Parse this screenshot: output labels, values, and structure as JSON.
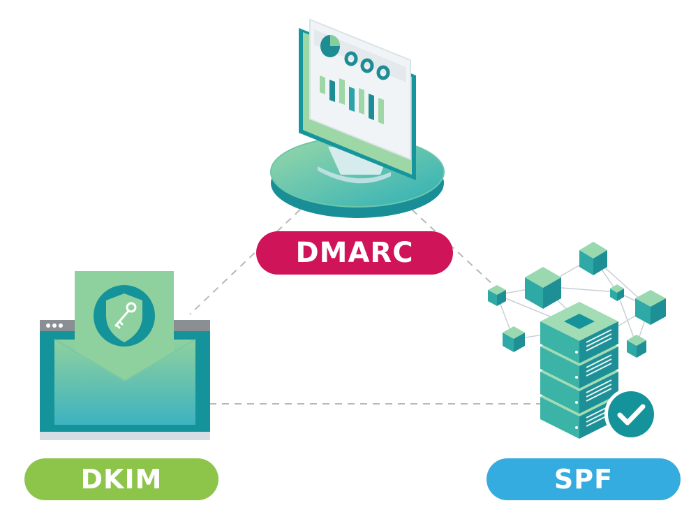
{
  "labels": {
    "dmarc": "DMARC",
    "dkim": "DKIM",
    "spf": "SPF"
  },
  "colors": {
    "dmarc": "#d01459",
    "dkim": "#8cc54a",
    "spf": "#35ace0",
    "teal_dark": "#15939b",
    "teal_mid": "#2fb3aa",
    "green_light": "#8fd4a3",
    "connector": "#b8b8b8"
  },
  "icons": {
    "dmarc": "monitor-dashboard-icon",
    "dkim": "envelope-key-shield-icon",
    "spf": "server-network-check-icon"
  }
}
